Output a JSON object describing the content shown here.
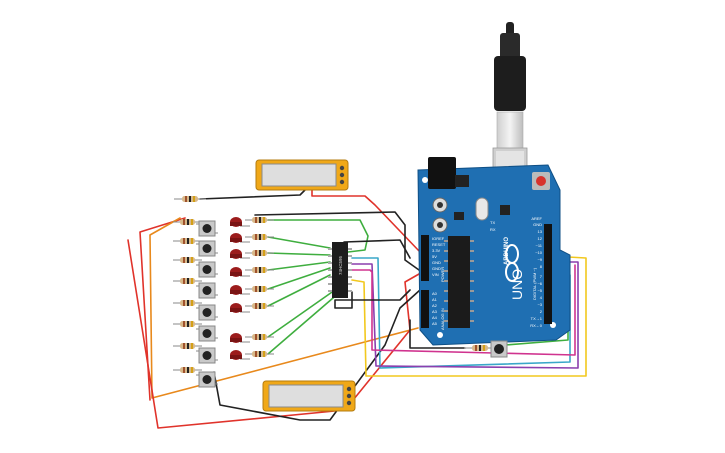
{
  "colors": {
    "board": "#1f6fb2",
    "board_dark": "#17598f",
    "wire_red": "#e0332b",
    "wire_black": "#222222",
    "wire_green": "#3fae3f",
    "wire_orange": "#e8891c",
    "wire_yellow": "#f2c81e",
    "wire_purple": "#8b3fae",
    "wire_cyan": "#3aa7c9",
    "wire_magenta": "#d0338f",
    "led": "#9c1c1c",
    "lcd_frame": "#f0a818",
    "lcd_screen": "#dedede"
  },
  "arduino": {
    "brand": "ARDUINO",
    "model": "UNO",
    "aref": "AREF",
    "gnd": "GND",
    "digital_label": "DIGITAL (PWM ~)",
    "analog_label": "ANALOG IN",
    "power_label": "POWER",
    "tx_label": "TX",
    "rx_label": "RX",
    "power_pins": [
      "IOREF",
      "RESET",
      "3.3V",
      "5V",
      "GND",
      "GND",
      "VIN"
    ],
    "analog_pins": [
      "A0",
      "A1",
      "A2",
      "A3",
      "A4",
      "A5"
    ],
    "digital_pins": [
      "13",
      "12",
      "~11",
      "~10",
      "~9",
      "8",
      "7",
      "~6",
      "~5",
      "4",
      "~3",
      "2",
      "TX→1",
      "RX←0"
    ]
  },
  "shift_register": {
    "label": "74HC595"
  },
  "icons": {
    "usb": "usb-cable-icon",
    "reset": "reset-button-icon",
    "pushbutton": "pushbutton-icon",
    "led": "led-icon",
    "resistor": "resistor-icon"
  }
}
